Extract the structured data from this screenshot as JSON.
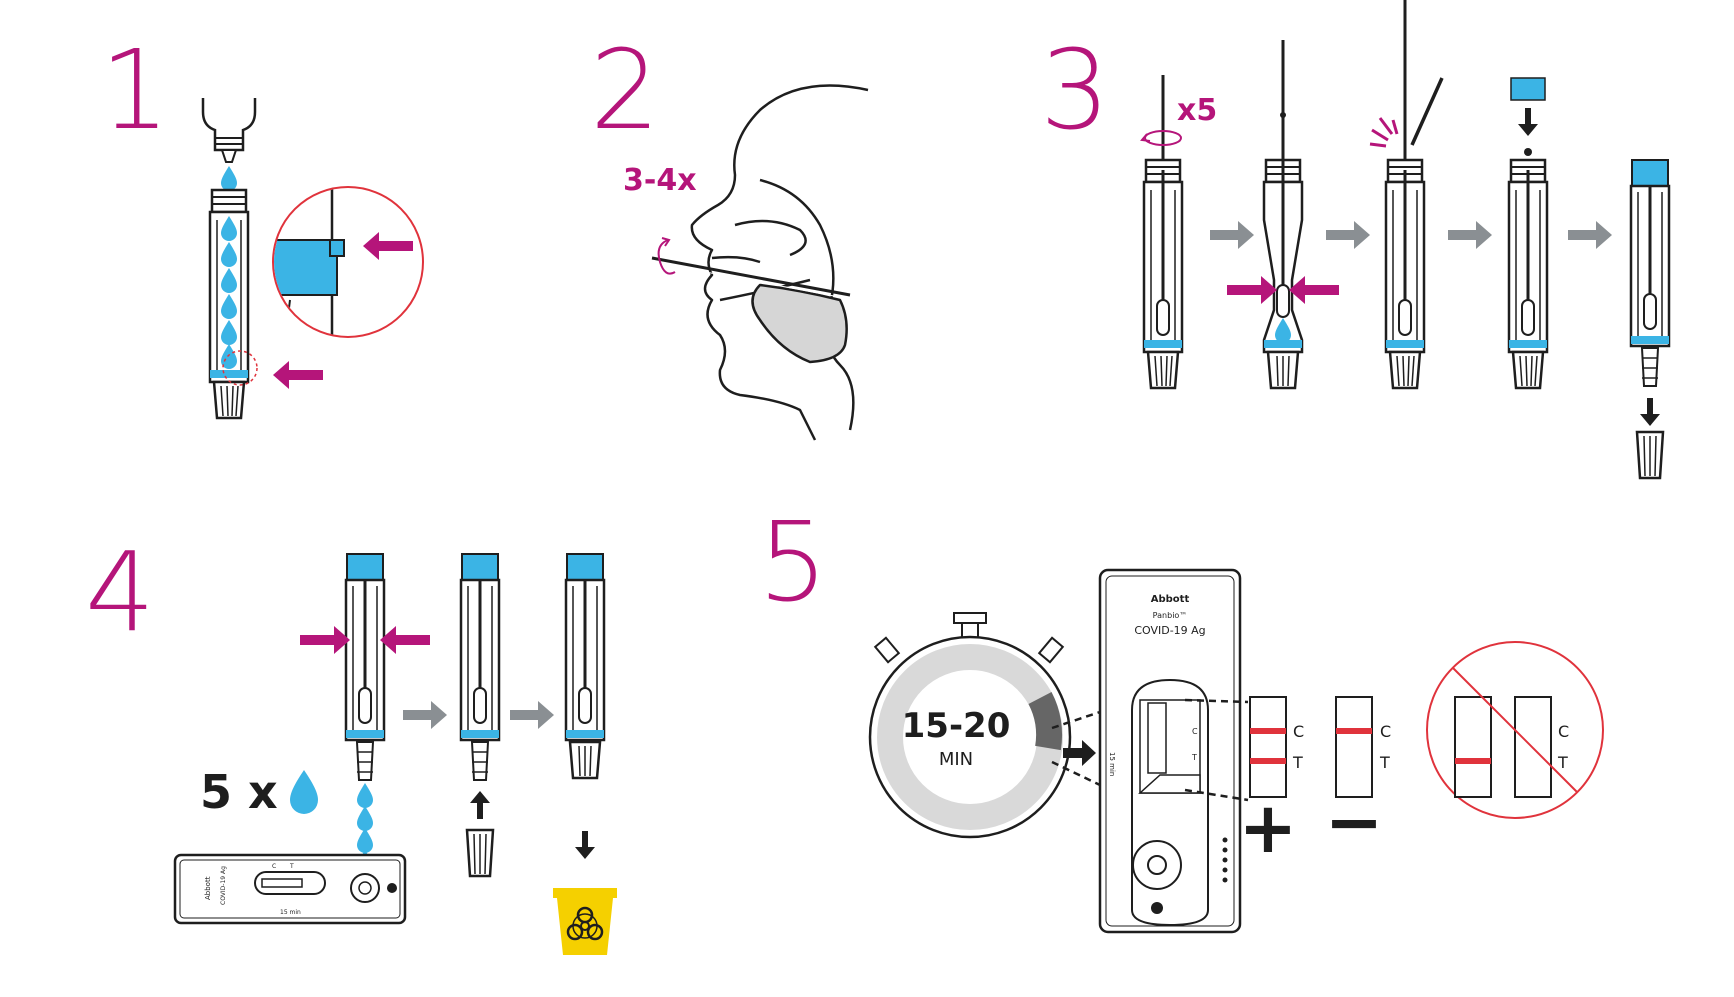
{
  "colors": {
    "magenta": "#b5157a",
    "blue": "#3bb4e5",
    "gray_arrow": "#8a8f93",
    "line": "#1e1e1e",
    "red_line": "#e0333c",
    "yellow": "#f5d000",
    "timer_ring": "#d9d9d9",
    "timer_wedge": "#666666"
  },
  "steps": [
    {
      "number": "1"
    },
    {
      "number": "2",
      "label": "3-4x"
    },
    {
      "number": "3",
      "label": "x5"
    },
    {
      "number": "4",
      "label": "5 x"
    },
    {
      "number": "5"
    }
  ],
  "timer": {
    "range": "15-20",
    "unit": "MIN"
  },
  "cassette": {
    "brand": "Abbott",
    "product": "Panbio™",
    "test": "COVID-19 Ag",
    "side_text": "15 min",
    "line_c": "C",
    "line_t": "T"
  },
  "results": [
    {
      "name": "positive",
      "symbol": "+",
      "c": "C",
      "t": "T"
    },
    {
      "name": "negative",
      "symbol": "−",
      "c": "C",
      "t": "T"
    },
    {
      "name": "invalid",
      "c": "C",
      "t": "T"
    }
  ],
  "icons": [
    "dropper-icon",
    "drop-icon",
    "arrow-icon",
    "rotate-icon",
    "snap-icon",
    "biohazard-icon",
    "timer-icon",
    "no-symbol-icon"
  ]
}
